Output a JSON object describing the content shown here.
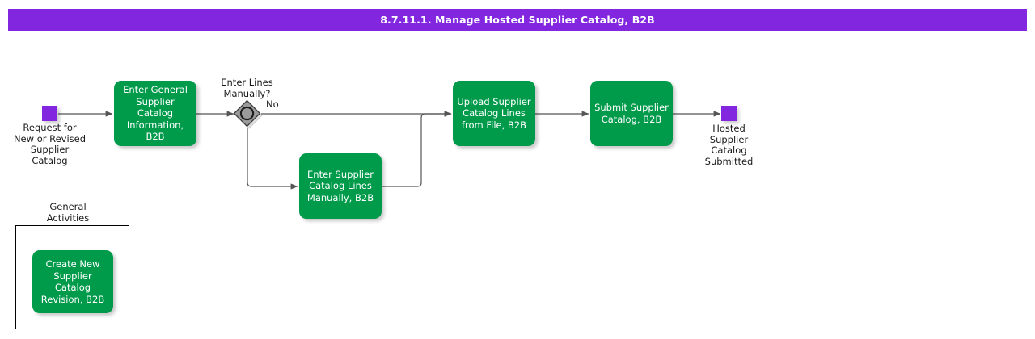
{
  "header": {
    "title": "8.7.11.1. Manage Hosted Supplier Catalog, B2B",
    "background_color": "#8226E0",
    "text_color": "#FFFFFF"
  },
  "theme": {
    "task_fill": "#009A4B",
    "event_fill": "#8226E0",
    "gateway_fill": "#808080",
    "connector_color": "#555555",
    "canvas_background": "#FFFFFF"
  },
  "diagram": {
    "type": "bpmn-process-flow",
    "start_event": {
      "name": "start-event",
      "label": "Request for\nNew or Revised\nSupplier\nCatalog",
      "shape": "square",
      "color": "#8226E0"
    },
    "end_event": {
      "name": "end-event",
      "label": "Hosted\nSupplier\nCatalog\nSubmitted",
      "shape": "square",
      "color": "#8226E0"
    },
    "gateway": {
      "name": "gateway-enter-lines-manually",
      "label": "Enter Lines\nManually?",
      "shape": "diamond-with-circle",
      "branches": [
        {
          "label": "No",
          "target": "Upload Supplier Catalog Lines from File, B2B"
        },
        {
          "label": "",
          "target": "Enter Supplier Catalog Lines Manually, B2B"
        }
      ]
    },
    "tasks": [
      {
        "id": "task-enter-general-info",
        "label": "Enter General\nSupplier Catalog\nInformation,\nB2B"
      },
      {
        "id": "task-enter-lines-manually",
        "label": "Enter Supplier\nCatalog Lines\nManually, B2B"
      },
      {
        "id": "task-upload-lines-from-file",
        "label": "Upload Supplier\nCatalog Lines\nfrom File, B2B"
      },
      {
        "id": "task-submit-catalog",
        "label": "Submit Supplier\nCatalog, B2B"
      }
    ],
    "group": {
      "id": "group-general-activities",
      "title": "General\nActivities",
      "tasks": [
        {
          "id": "task-create-new-revision",
          "label": "Create New\nSupplier Catalog\nRevision, B2B"
        }
      ]
    }
  }
}
